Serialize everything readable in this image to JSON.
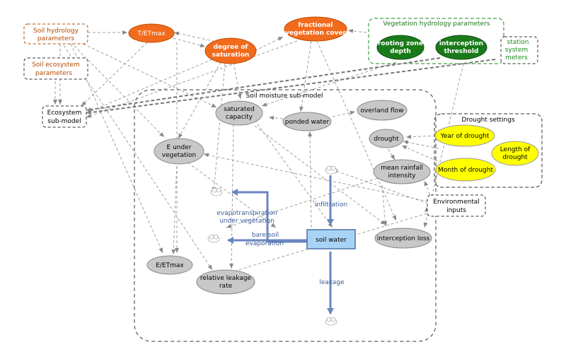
{
  "groups": {
    "soil_moisture": "Soil moisture sub-model",
    "vegetation_hydrology": "Vegetation hydrology parameters",
    "drought_settings": "Drought settings"
  },
  "parameters": {
    "soil_hydrology": [
      "Soil hydrology",
      "parameters"
    ],
    "soil_ecosystem": [
      "Soil ecosystem",
      "parameters"
    ],
    "ecosystem_submodel": [
      "Ecosystem",
      "sub-model"
    ],
    "station_system": [
      "station",
      "system",
      "meters"
    ],
    "environmental_inputs": [
      "Environmental",
      "inputs"
    ]
  },
  "orange_nodes": {
    "t_etmax": "T/ETmax",
    "degree_of_saturation": [
      "degree of",
      "saturation"
    ],
    "fractional_vegetation_cover": [
      "fractional",
      "vegetation cover"
    ]
  },
  "green_nodes": {
    "rooting_zone_depth": [
      "rooting zone",
      "depth"
    ],
    "interception_threshold": [
      "interception",
      "threshold"
    ]
  },
  "yellow_nodes": {
    "year_of_drought": "Year of drought",
    "length_of_drought": [
      "Length of",
      "drought"
    ],
    "month_of_drought": "Month of drought"
  },
  "gray_nodes": {
    "saturated_capacity": [
      "saturated",
      "capacity"
    ],
    "ponded_water": "ponded water",
    "overland_flow": "overland flow",
    "drought": "drought",
    "e_under_vegetation": [
      "E under",
      "vegetation"
    ],
    "mean_rainfall_intensity": [
      "mean rainfall",
      "intensity"
    ],
    "interception_loss": "interception loss",
    "e_etmax": "E/ETmax",
    "relative_leakage_rate": [
      "relative leakage",
      "rate"
    ]
  },
  "stock": {
    "soil_water": "soil water"
  },
  "flows": {
    "infiltration": "infiltration",
    "evapotranspiration": [
      "evapotranspiration",
      "under vegetation"
    ],
    "bare_soil_evaporation": [
      "bare soil",
      "evaporation"
    ],
    "leakage": "leakage"
  },
  "colors": {
    "orange": "#f26b1d",
    "green": "#1a7a1a",
    "yellow": "#ffff00",
    "gray_node": "#c8c8c8",
    "stock_fill": "#a9d3f5",
    "flow": "#6a86c0",
    "link": "#999999",
    "soil_param_border": "#b34a00",
    "veg_param_border": "#1a8a1a"
  }
}
